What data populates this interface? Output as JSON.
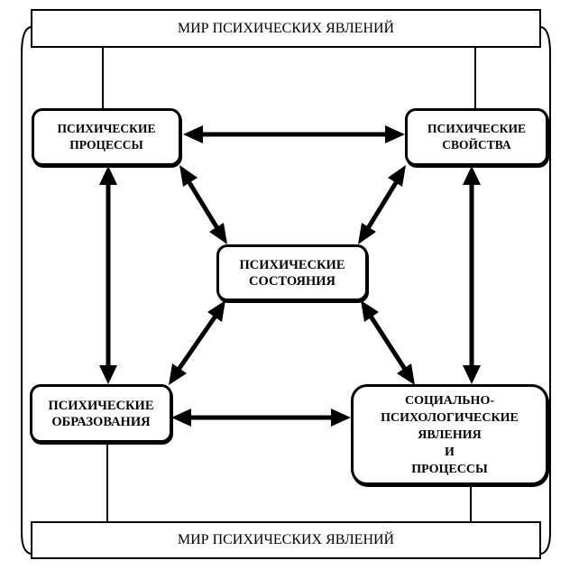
{
  "diagram": {
    "top_banner": "МИР ПСИХИЧЕСКИХ ЯВЛЕНИЙ",
    "bottom_banner": "МИР ПСИХИЧЕСКИХ ЯВЛЕНИЙ",
    "nodes": {
      "processes": {
        "lines": [
          "ПСИХИЧЕСКИЕ",
          "ПРОЦЕССЫ"
        ]
      },
      "properties": {
        "lines": [
          "ПСИХИЧЕСКИЕ",
          "СВОЙСТВА"
        ]
      },
      "states": {
        "lines": [
          "ПСИХИЧЕСКИЕ",
          "СОСТОЯНИЯ"
        ]
      },
      "formations": {
        "lines": [
          "ПСИХИЧЕСКИЕ",
          "ОБРАЗОВАНИЯ"
        ]
      },
      "social": {
        "lines": [
          "СОЦИАЛЬНО-",
          "ПСИХОЛОГИЧЕСКИЕ",
          "ЯВЛЕНИЯ",
          "И",
          "ПРОЦЕССЫ"
        ]
      }
    },
    "connections": [
      {
        "from": "processes",
        "to": "properties",
        "type": "bidirectional"
      },
      {
        "from": "processes",
        "to": "formations",
        "type": "bidirectional"
      },
      {
        "from": "properties",
        "to": "social",
        "type": "bidirectional"
      },
      {
        "from": "formations",
        "to": "social",
        "type": "bidirectional"
      },
      {
        "from": "processes",
        "to": "states",
        "type": "bidirectional"
      },
      {
        "from": "properties",
        "to": "states",
        "type": "bidirectional"
      },
      {
        "from": "formations",
        "to": "states",
        "type": "bidirectional"
      },
      {
        "from": "social",
        "to": "states",
        "type": "bidirectional"
      },
      {
        "from": "top_banner",
        "to": "processes",
        "type": "line"
      },
      {
        "from": "top_banner",
        "to": "properties",
        "type": "line"
      },
      {
        "from": "bottom_banner",
        "to": "formations",
        "type": "line"
      },
      {
        "from": "bottom_banner",
        "to": "social",
        "type": "line"
      }
    ]
  }
}
